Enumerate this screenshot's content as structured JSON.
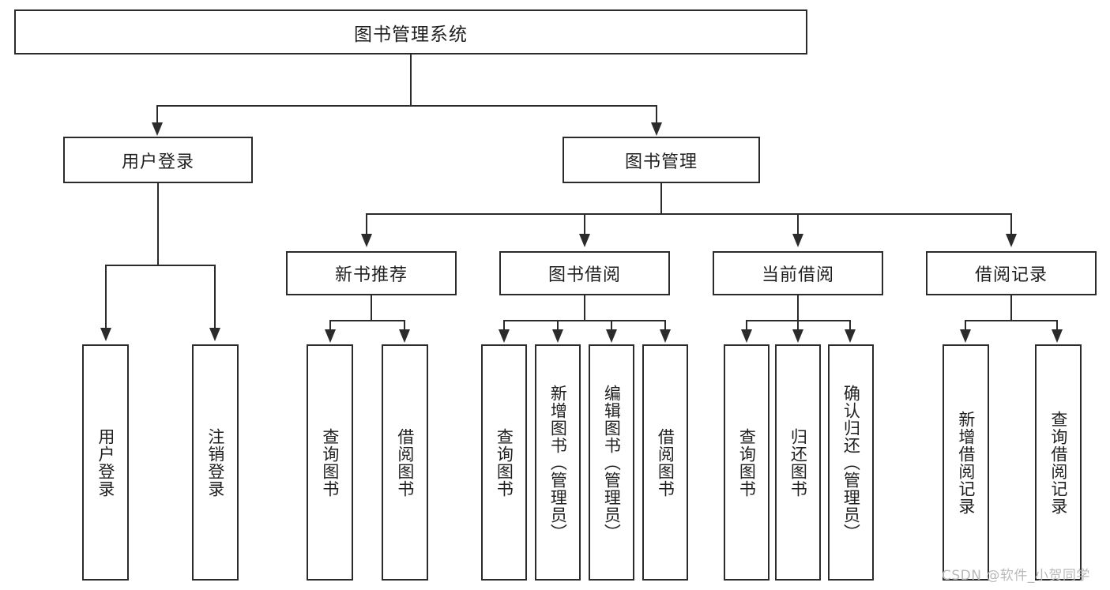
{
  "diagram": {
    "title": "图书管理系统",
    "type": "hierarchy-tree",
    "root": {
      "label": "图书管理系统"
    },
    "level2": [
      {
        "label": "用户登录"
      },
      {
        "label": "图书管理"
      }
    ],
    "level3": [
      {
        "label": "新书推荐"
      },
      {
        "label": "图书借阅"
      },
      {
        "label": "当前借阅"
      },
      {
        "label": "借阅记录"
      }
    ],
    "leaves": {
      "user_login": [
        {
          "label": "用户登录"
        },
        {
          "label": "注销登录"
        }
      ],
      "new_book_recommend": [
        {
          "label": "查询图书"
        },
        {
          "label": "借阅图书"
        }
      ],
      "book_borrow": [
        {
          "label": "查询图书"
        },
        {
          "label": "新增图书（管理员）"
        },
        {
          "label": "编辑图书（管理员）"
        },
        {
          "label": "借阅图书"
        }
      ],
      "current_borrow": [
        {
          "label": "查询图书"
        },
        {
          "label": "归还图书"
        },
        {
          "label": "确认归还（管理员）"
        }
      ],
      "borrow_record": [
        {
          "label": "新增借阅记录"
        },
        {
          "label": "查询借阅记录"
        }
      ]
    }
  },
  "watermark": {
    "text": "CSDN @软件_小贺同学"
  },
  "colors": {
    "stroke": "#2b2b2b",
    "text": "#1f1f1f",
    "background": "#ffffff",
    "watermark": "#b9b9b9"
  }
}
